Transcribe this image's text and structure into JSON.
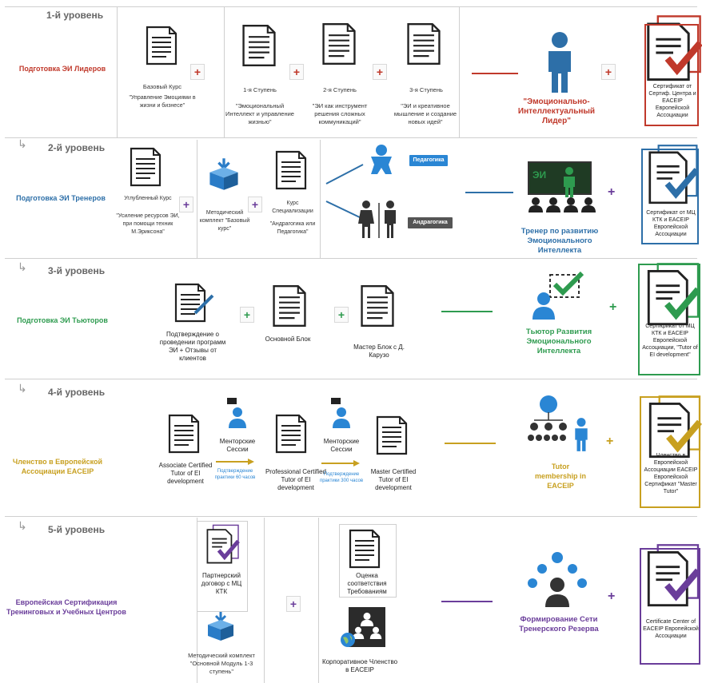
{
  "colors": {
    "red": "#c0392b",
    "blue": "#2d6fa8",
    "green": "#2e9b4f",
    "gold": "#c8a020",
    "purple": "#6a3d9a"
  },
  "levels": [
    {
      "label": "1-й уровень",
      "title": "Подготовка ЭИ Лидеров"
    },
    {
      "label": "2-й уровень",
      "title": "Подготовка ЭИ Тренеров"
    },
    {
      "label": "3-й уровень",
      "title": "Подготовка ЭИ Тьюторов"
    },
    {
      "label": "4-й уровень",
      "title": "Членство в Европейской Ассоциации EACEIP"
    },
    {
      "label": "5-й уровень",
      "title": "Европейская Сертификация Тренинговых и Учебных Центров"
    }
  ],
  "row1": {
    "doc1": "Базовый Курс",
    "doc1_sub": "\"Управление Эмоциями в жизни и бизнесе\"",
    "doc2": "1-я Ступень",
    "doc2_sub": "\"Эмоциональный Интеллект и управление жизнью\"",
    "doc3": "2-я Ступень",
    "doc3_sub": "\"ЭИ как инструмент решения сложных коммуникаций\"",
    "doc4": "3-я Ступень",
    "doc4_sub": "\"ЭИ и креативное мышление и создание новых идей\"",
    "result": "\"Эмоционально-Интеллектуальный Лидер\"",
    "cert": "Сертификат от Сертиф. Центра и EACEIP Европейской Ассоциации"
  },
  "row2": {
    "doc1": "Углубленный Курс",
    "doc1_sub": "\"Усиление ресурсов ЭИ, при помощи техник М.Эриксона\"",
    "box": "Методический комплект \"Базовый курс\"",
    "doc2": "Курс Специализации",
    "doc2_sub": "\"Андрагогика или Педагогика\"",
    "tag1": "Педагогика",
    "tag2": "Андрагогика",
    "board": "ЭИ",
    "result": "Тренер по развитию Эмоционального Интеллекта",
    "cert": "Сертификат от МЦ КТК и EACEIP Европейской Ассоциации"
  },
  "row3": {
    "doc1": "Подтверждение о проведении программ ЭИ + Отзывы от клиентов",
    "doc2": "Основной Блок",
    "doc3": "Мастер Блок с Д. Карузо",
    "result": "Тьютор Развития Эмоционального Интеллекта",
    "cert": "Сертификат от МЦ КТК и EACEIP Европейской Ассоциации, \"Tutor of EI development\""
  },
  "row4": {
    "doc1": "Associate Certified Tutor of EI development",
    "mentor1": "Менторские Сессии",
    "arrow1": "Подтверждение практики 60 часов",
    "doc2": "Professional Certified Tutor of EI development",
    "mentor2": "Менторские Сессии",
    "arrow2": "Подтверждение практики 300 часов",
    "doc3": "Master Certified Tutor of EI development",
    "result": "Tutor membership in EACEIP",
    "cert": "Членство в Европейской Ассоциации EACEIP Европейской Сертификат \"Master Tutor\""
  },
  "row5": {
    "doc1": "Партнерский договор с МЦ КТК",
    "box": "Методический комплект \"Основной Модуль 1-3 ступень\"",
    "doc2": "Оценка соответствия Требованиям",
    "doc3": "Корпоративное Членство в EACEIP",
    "result": "Формирование Сети Тренерского Резерва",
    "cert": "Certificate Center of EACEIP Европейской Ассоциации"
  }
}
